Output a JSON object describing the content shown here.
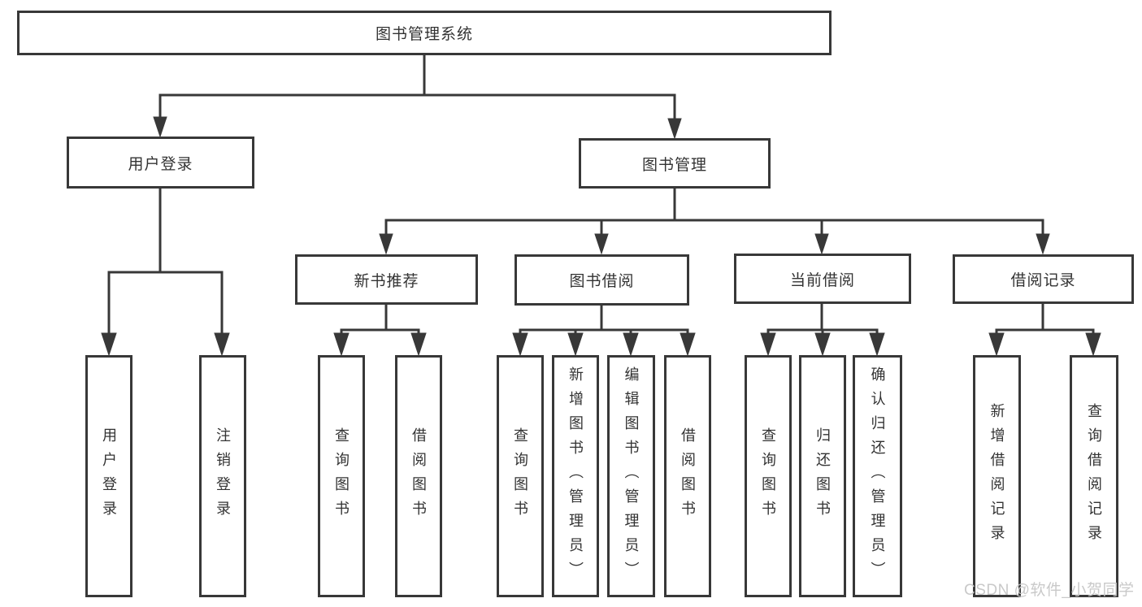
{
  "diagram": {
    "root": "图书管理系统",
    "user_login_branch": {
      "label": "用户登录",
      "children": [
        "用户登录",
        "注销登录"
      ]
    },
    "book_mgmt_branch": {
      "label": "图书管理",
      "sections": [
        {
          "label": "新书推荐",
          "children": [
            "查询图书",
            "借阅图书"
          ]
        },
        {
          "label": "图书借阅",
          "children": [
            "查询图书",
            "新增图书（管理员）",
            "编辑图书（管理员）",
            "借阅图书"
          ]
        },
        {
          "label": "当前借阅",
          "children": [
            "查询图书",
            "归还图书",
            "确认归还（管理员）"
          ]
        },
        {
          "label": "借阅记录",
          "children": [
            "新增借阅记录",
            "查询借阅记录"
          ]
        }
      ]
    }
  },
  "watermark": "CSDN @软件_小贺同学",
  "colors": {
    "line": "#383838",
    "text": "#333333",
    "background": "#ffffff",
    "watermark": "#c6c6c6"
  }
}
